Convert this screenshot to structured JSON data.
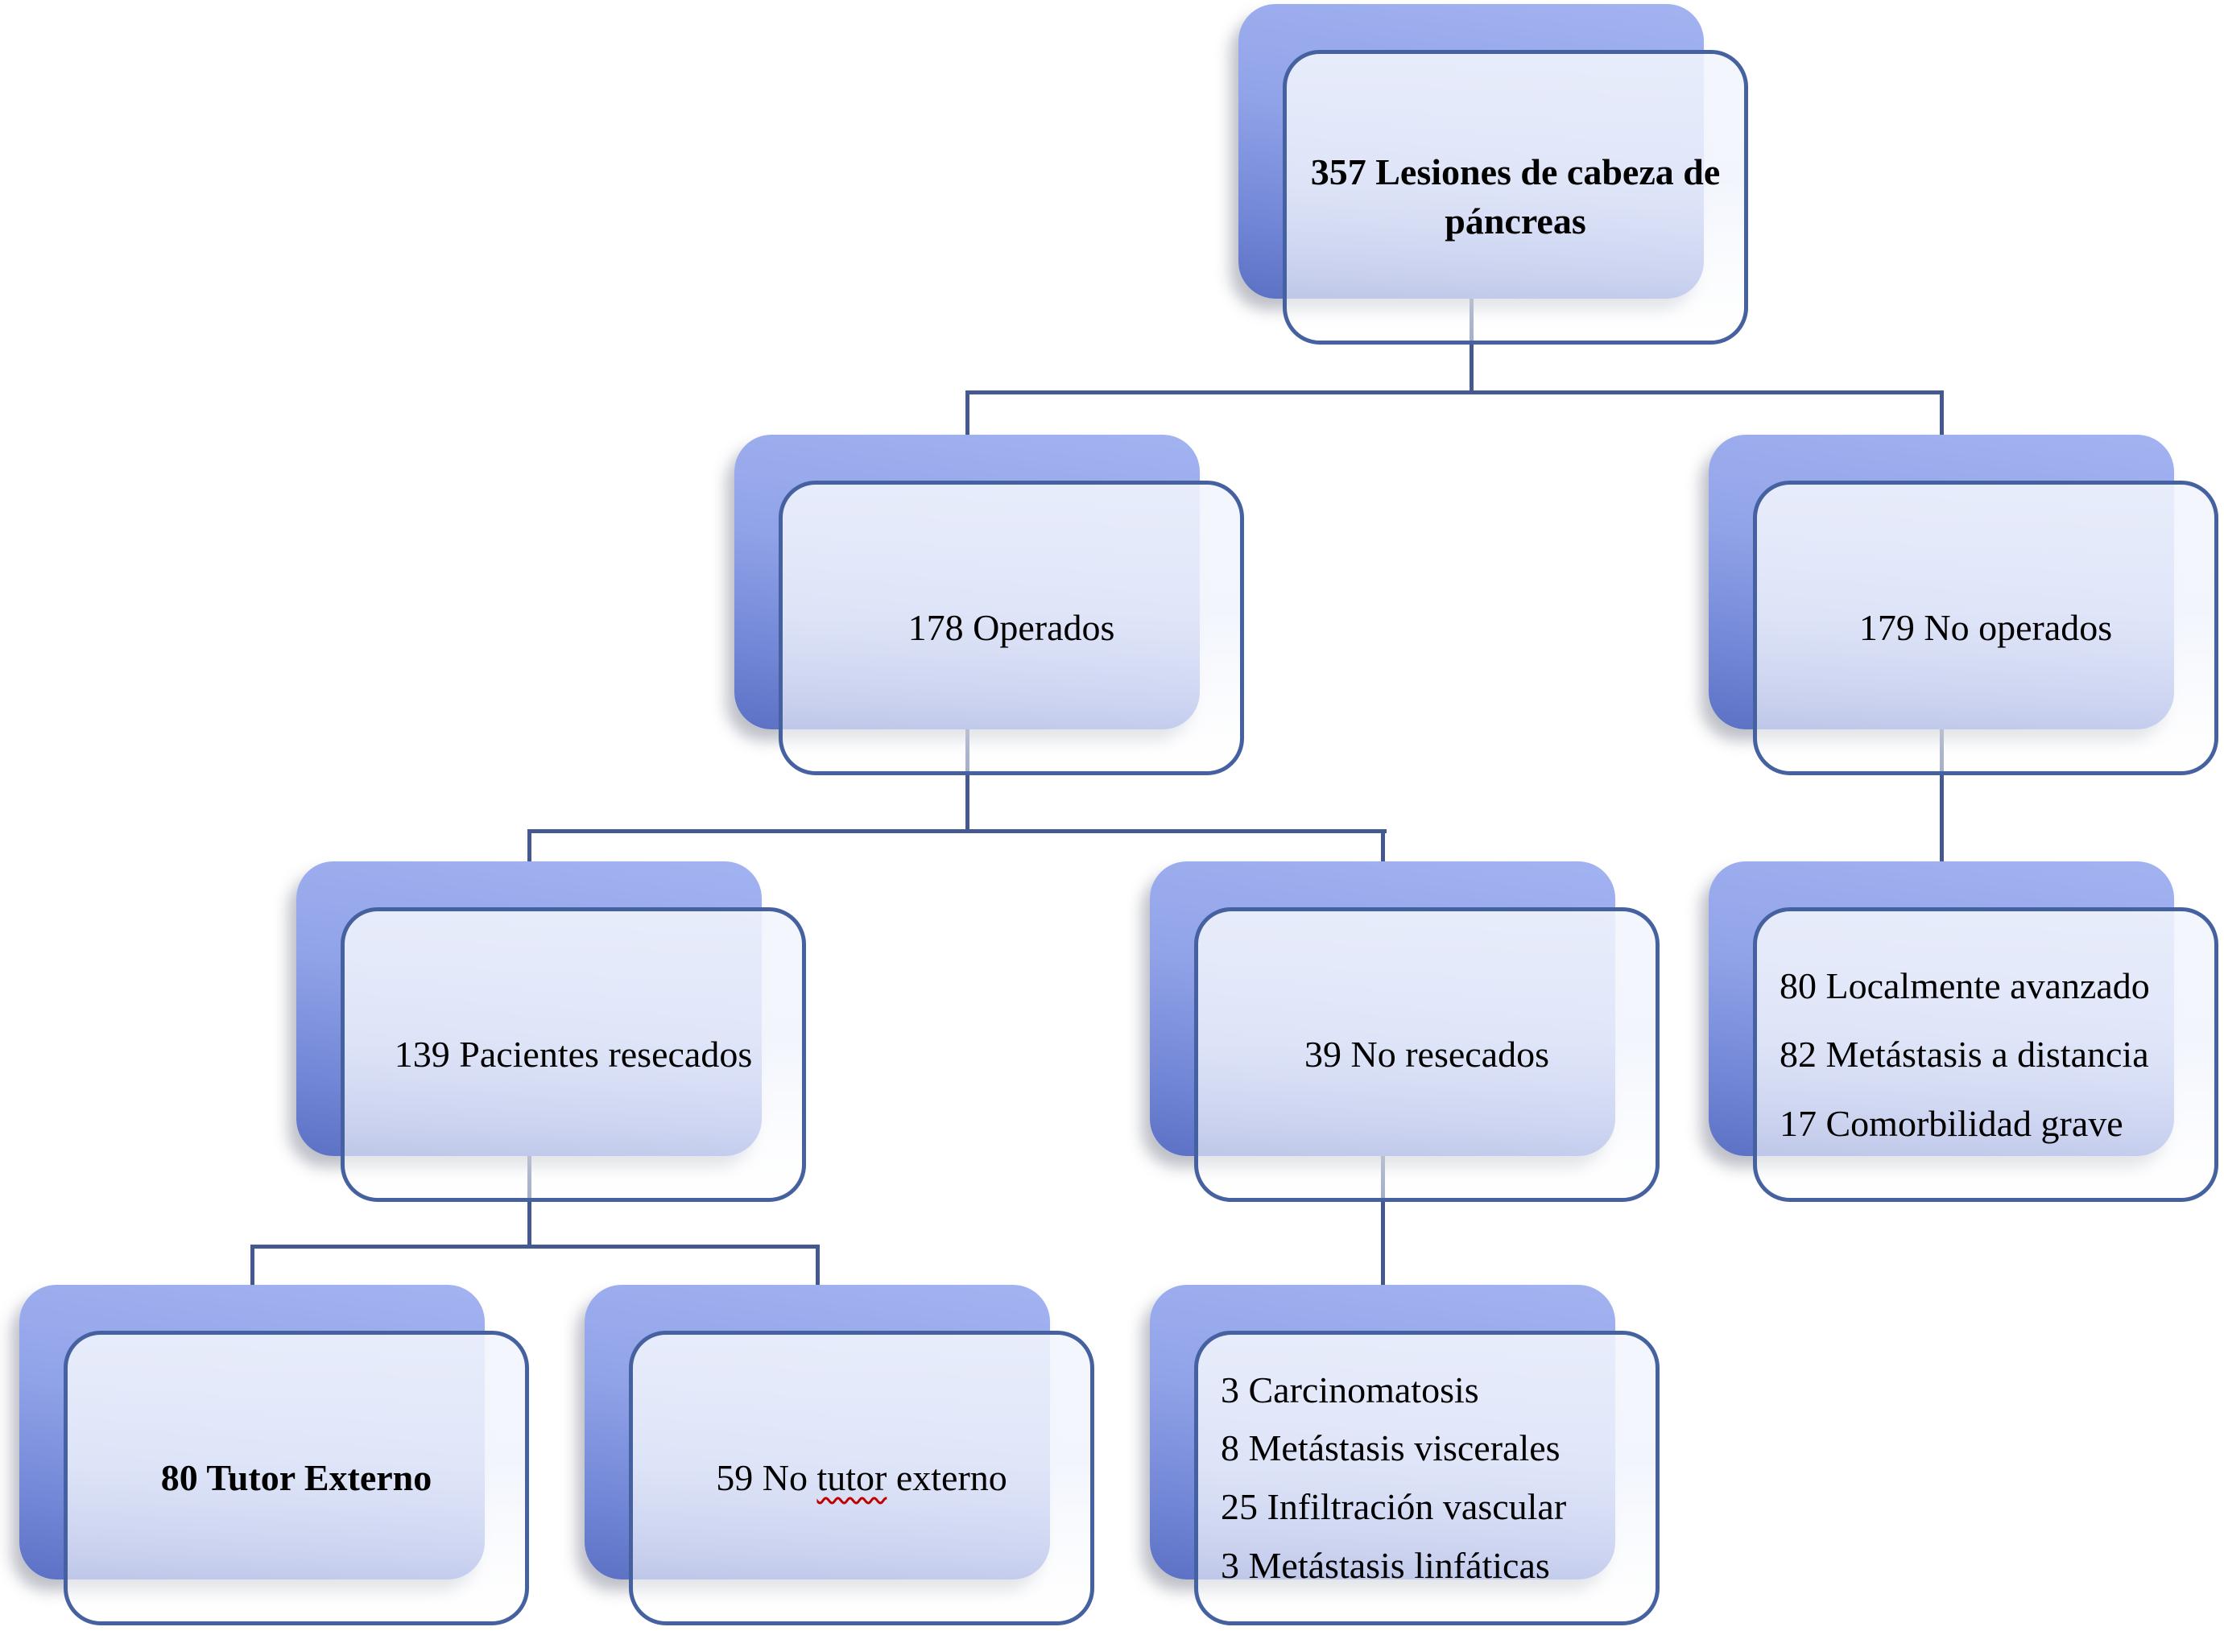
{
  "diagram": {
    "type": "flowchart",
    "language": "es",
    "topic": "Flujo de pacientes con lesiones de cabeza de páncreas"
  },
  "colors": {
    "connector": "#44598f",
    "box_border": "#46619f",
    "shadow_top": "#a3b3f1",
    "shadow_bottom": "#5c71c4",
    "text": "#000000",
    "misspell": "#c00000",
    "background": "#ffffff"
  },
  "nodes": {
    "root": {
      "label": "357 Lesiones de cabeza de páncreas",
      "bold": true
    },
    "operados": {
      "label": "178 Operados",
      "bold": false
    },
    "no_operados": {
      "label": "179 No operados",
      "bold": false
    },
    "resecados": {
      "label": "139 Pacientes resecados",
      "bold": false
    },
    "no_resecados": {
      "label": "39 No resecados",
      "bold": false
    },
    "no_operados_detail": {
      "lines": [
        "80 Localmente avanzado",
        "82 Metástasis a distancia",
        "17 Comorbilidad grave"
      ]
    },
    "tutor_externo": {
      "label": "80 Tutor Externo",
      "bold": true
    },
    "no_tutor_externo": {
      "prefix": "59 No ",
      "misspelled": "tutor",
      "suffix": " externo"
    },
    "no_resecados_detail": {
      "lines": [
        "3 Carcinomatosis",
        "8 Metástasis viscerales",
        "25 Infiltración vascular",
        "3 Metástasis linfáticas"
      ]
    }
  }
}
